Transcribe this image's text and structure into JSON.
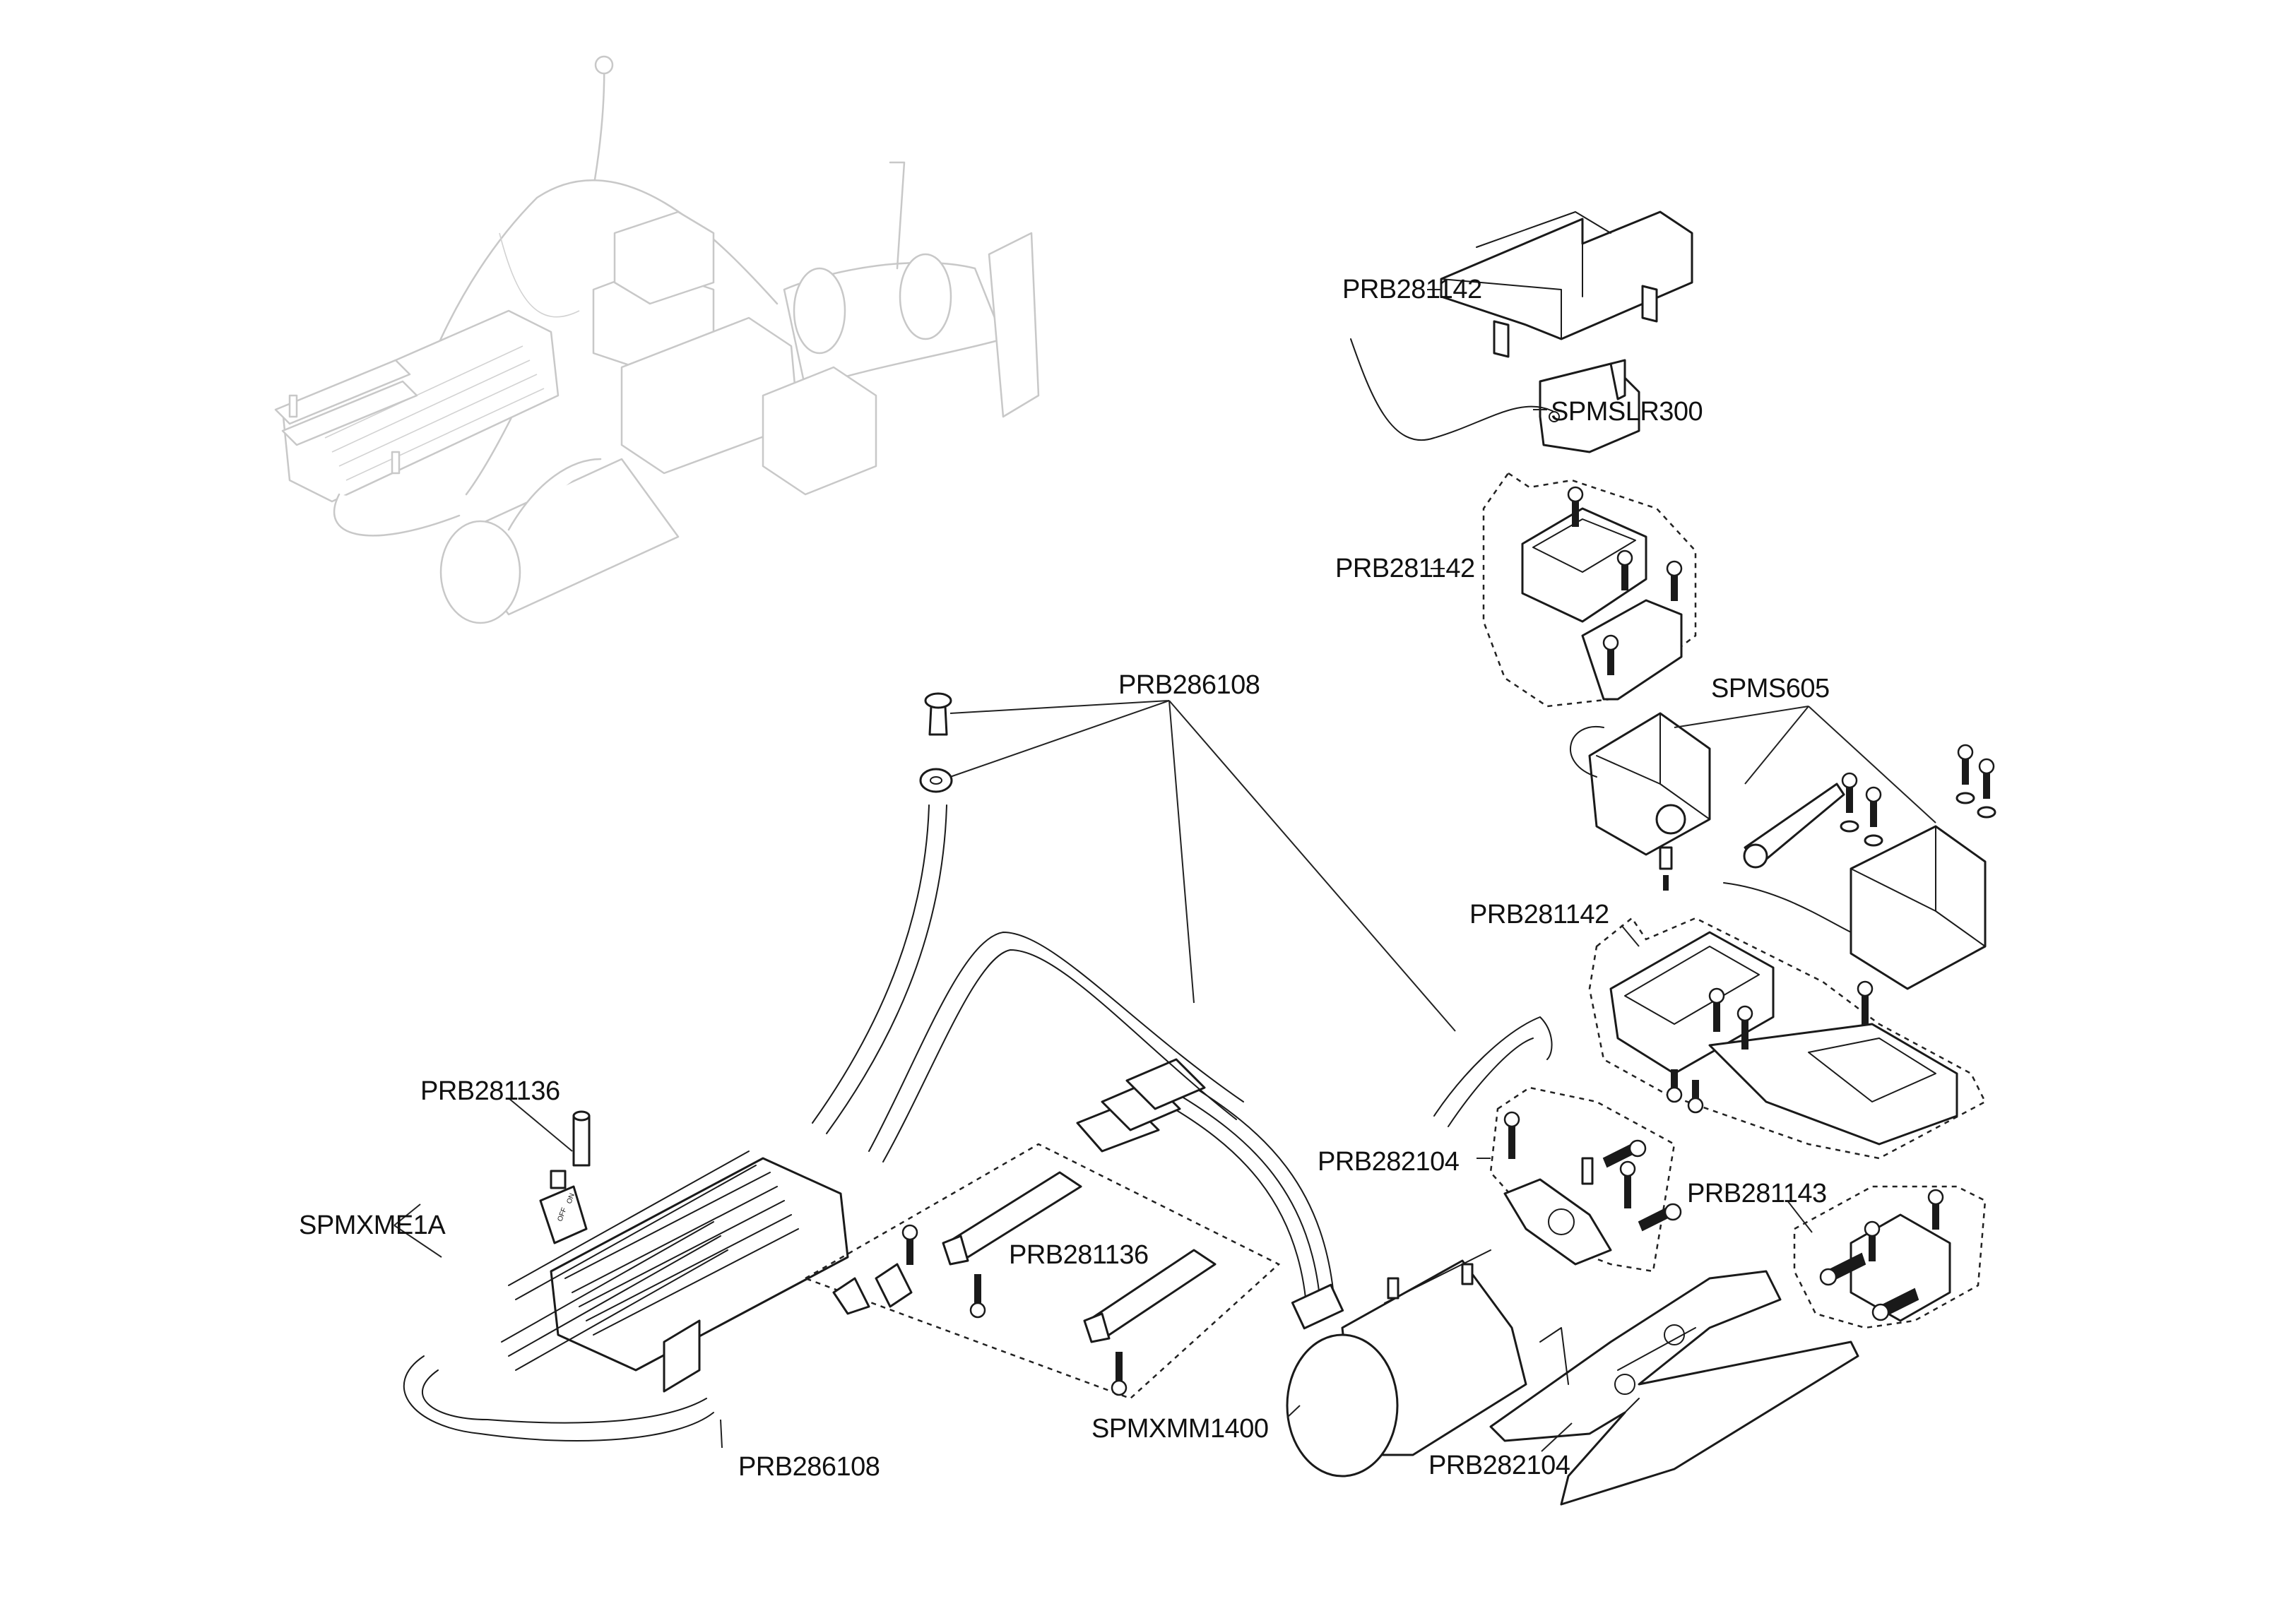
{
  "diagram": {
    "title": "Exploded parts diagram - radio and power system",
    "reference_assembly": "Faded chassis assembly overview",
    "callouts": [
      {
        "id": "receiver-cover",
        "part_number": "PRB281142"
      },
      {
        "id": "receiver",
        "part_number": "SPMSLR300"
      },
      {
        "id": "receiver-box",
        "part_number": "PRB281142"
      },
      {
        "id": "tubing-top",
        "part_number": "PRB286108"
      },
      {
        "id": "servos",
        "part_number": "SPMS605"
      },
      {
        "id": "servo-tray",
        "part_number": "PRB281142"
      },
      {
        "id": "motor-mount-plate",
        "part_number": "PRB282104"
      },
      {
        "id": "mount-block",
        "part_number": "PRB281143"
      },
      {
        "id": "esc-post",
        "part_number": "PRB281136"
      },
      {
        "id": "esc-switch",
        "part_number": "SPMXME1A"
      },
      {
        "id": "esc-strap",
        "part_number": "PRB281136"
      },
      {
        "id": "motor",
        "part_number": "SPMXMM1400"
      },
      {
        "id": "tubing-bottom",
        "part_number": "PRB286108"
      },
      {
        "id": "motor-mount",
        "part_number": "PRB282104"
      }
    ],
    "switch_text": {
      "off": "OFF",
      "on": "ON"
    }
  }
}
